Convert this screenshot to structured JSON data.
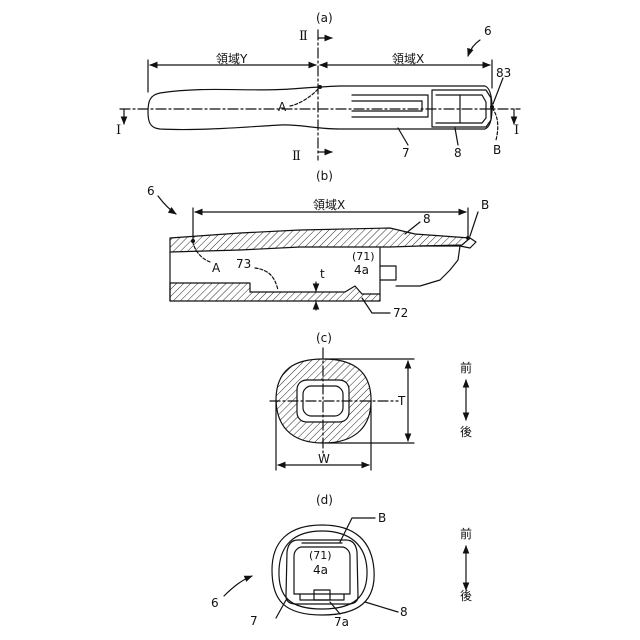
{
  "views": {
    "a": {
      "caption": "(a)",
      "ref_main": "6",
      "region_y": "領域Y",
      "region_x": "領域X",
      "section_ii_top": "Ⅱ",
      "section_ii_bottom": "Ⅱ",
      "section_i_left": "Ⅰ",
      "section_i_right": "Ⅰ",
      "point_a": "A",
      "point_b": "B",
      "ref_83": "83",
      "ref_7": "7",
      "ref_8": "8"
    },
    "b": {
      "caption": "(b)",
      "ref_main": "6",
      "region_x": "領域X",
      "ref_8": "8",
      "point_b": "B",
      "point_a": "A",
      "ref_73": "73",
      "ref_71": "(71)",
      "ref_4a": "4a",
      "thickness": "t",
      "ref_72": "72"
    },
    "c": {
      "caption": "(c)",
      "dim_t": "T",
      "dim_w": "W",
      "front": "前",
      "back": "後"
    },
    "d": {
      "caption": "(d)",
      "point_b": "B",
      "ref_71": "(71)",
      "ref_4a": "4a",
      "ref_main": "6",
      "ref_7": "7",
      "ref_7a": "7a",
      "ref_8": "8",
      "front": "前",
      "back": "後"
    }
  }
}
